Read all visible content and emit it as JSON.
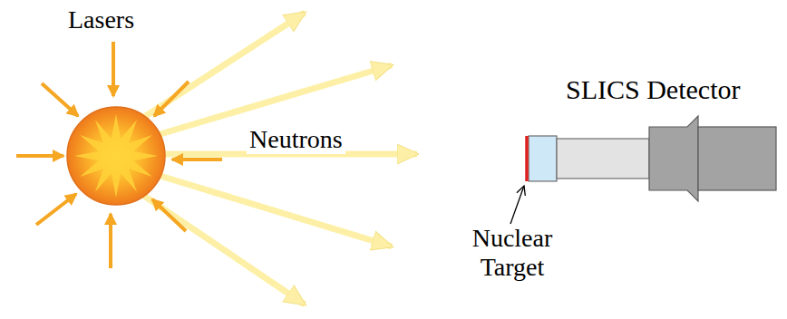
{
  "diagram": {
    "labels": [
      "Lasers",
      "Neutrons",
      "SLICS Detector",
      "Nuclear Target"
    ]
  }
}
